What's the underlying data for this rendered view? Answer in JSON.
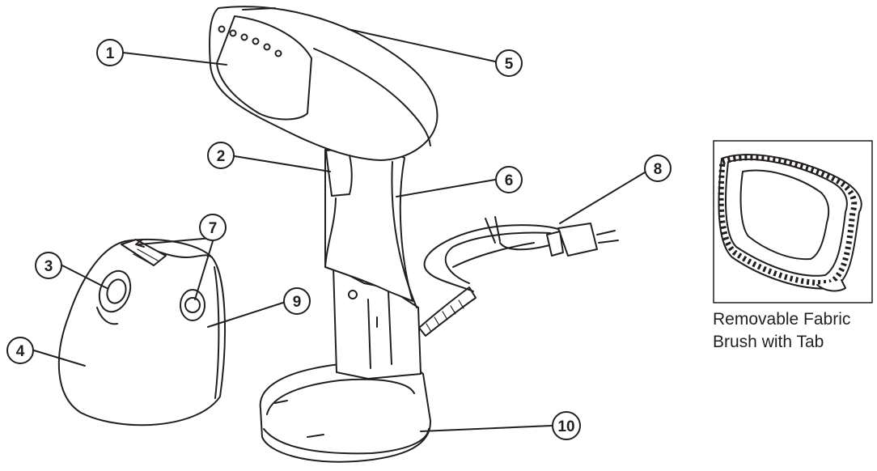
{
  "callouts": [
    {
      "number": "1"
    },
    {
      "number": "2"
    },
    {
      "number": "3"
    },
    {
      "number": "4"
    },
    {
      "number": "5"
    },
    {
      "number": "6"
    },
    {
      "number": "7"
    },
    {
      "number": "8"
    },
    {
      "number": "9"
    },
    {
      "number": "10"
    }
  ],
  "inset": {
    "caption_line1": "Removable Fabric",
    "caption_line2": "Brush with Tab"
  },
  "colors": {
    "ink": "#231f20",
    "background": "#ffffff"
  }
}
